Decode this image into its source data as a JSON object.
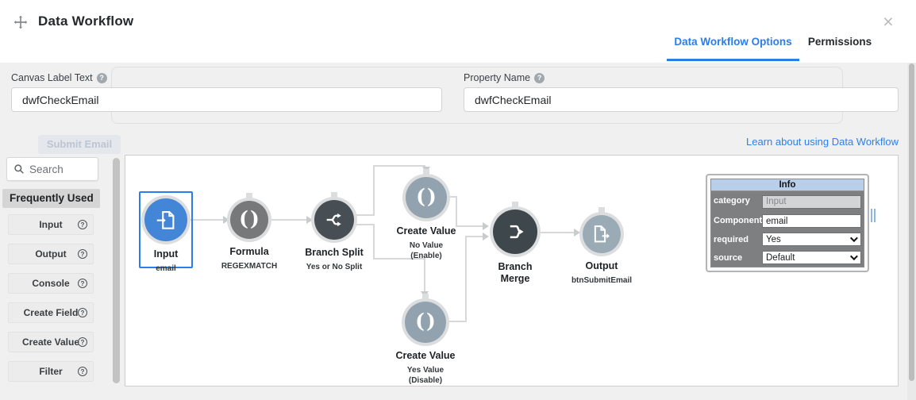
{
  "window": {
    "title": "Data Workflow",
    "close_icon": "×"
  },
  "tabs": [
    {
      "label": "Data Workflow Options",
      "active": true
    },
    {
      "label": "Permissions",
      "active": false
    }
  ],
  "form": {
    "canvas_label": {
      "label": "Canvas Label Text",
      "value": "dwfCheckEmail"
    },
    "property_name": {
      "label": "Property Name",
      "value": "dwfCheckEmail"
    },
    "learn_link": "Learn about using Data Workflow"
  },
  "sidebar": {
    "search_placeholder": "Search",
    "section_title": "Frequently Used",
    "items": [
      {
        "label": "Input"
      },
      {
        "label": "Output"
      },
      {
        "label": "Console"
      },
      {
        "label": "Create Field"
      },
      {
        "label": "Create Value"
      },
      {
        "label": "Filter"
      }
    ]
  },
  "workflow": {
    "nodes": [
      {
        "id": "input",
        "type": "input",
        "label": "Input",
        "sublabel": "email",
        "selected": true
      },
      {
        "id": "formula",
        "type": "formula",
        "label": "Formula",
        "sublabel": "REGEXMATCH"
      },
      {
        "id": "branch-split",
        "type": "split",
        "label": "Branch Split",
        "sublabel": "Yes or No Split"
      },
      {
        "id": "create-value-top",
        "type": "value",
        "label": "Create Value",
        "sublabel": "No Value",
        "sublabel2": "(Enable)"
      },
      {
        "id": "create-value-bottom",
        "type": "value",
        "label": "Create Value",
        "sublabel": "Yes Value",
        "sublabel2": "(Disable)"
      },
      {
        "id": "branch-merge",
        "type": "merge",
        "label": "Branch Merge"
      },
      {
        "id": "output",
        "type": "output",
        "label": "Output",
        "sublabel": "btnSubmitEmail"
      }
    ],
    "edges": [
      {
        "from": "input",
        "to": "formula"
      },
      {
        "from": "formula",
        "to": "branch-split"
      },
      {
        "from": "branch-split",
        "to": "create-value-top"
      },
      {
        "from": "branch-split",
        "to": "create-value-bottom"
      },
      {
        "from": "create-value-top",
        "to": "branch-merge"
      },
      {
        "from": "create-value-bottom",
        "to": "branch-merge"
      },
      {
        "from": "branch-merge",
        "to": "output"
      }
    ]
  },
  "info_panel": {
    "title": "Info",
    "rows": [
      {
        "label": "category",
        "value": "Input",
        "control": "text-disabled"
      },
      {
        "label": "Component",
        "value": "email",
        "control": "text"
      },
      {
        "label": "required",
        "value": "Yes",
        "control": "select"
      },
      {
        "label": "source",
        "value": "Default",
        "control": "select"
      }
    ]
  },
  "ghost": {
    "submit_button": "Submit Email"
  },
  "colors": {
    "accent_blue": "#2b7de9",
    "node_input": "#4385d6",
    "node_formula": "#77787a",
    "node_dark": "#474f54",
    "node_value": "#92a3af",
    "node_merge": "#3e474c",
    "node_output": "#9aabb6",
    "connector": "#d6d8d9",
    "info_header_bg": "#b9cfe9",
    "info_label_bg": "#7d7f81"
  }
}
